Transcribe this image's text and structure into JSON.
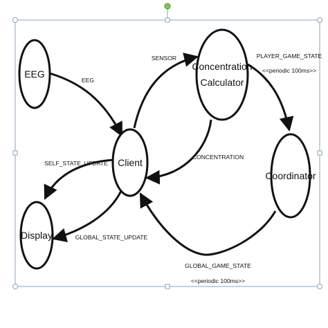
{
  "diagram": {
    "nodes": {
      "eeg": {
        "label": "EEG"
      },
      "client": {
        "label": "Client"
      },
      "display": {
        "label": "Display"
      },
      "calculator": {
        "line1": "Concentration",
        "line2": "Calculator"
      },
      "coordinator": {
        "label": "Coordinator"
      }
    },
    "edges": {
      "eeg_to_client": {
        "label": "EEG"
      },
      "client_to_calculator": {
        "label": "SENSOR"
      },
      "calculator_to_client": {
        "label": "CONCENTRATION"
      },
      "client_to_display_self": {
        "label": "SELF_STATE_UPDATE"
      },
      "client_to_display_global": {
        "label": "GLOBAL_STATE_UPDATE"
      },
      "calculator_to_coordinator": {
        "line1": "PLAYER_GAME_STATE",
        "line2": "<<periodic 100ms>>"
      },
      "coordinator_to_client": {
        "line1": "GLOBAL_GAME_STATE",
        "line2": "<<periodic 100ms>>"
      }
    }
  }
}
